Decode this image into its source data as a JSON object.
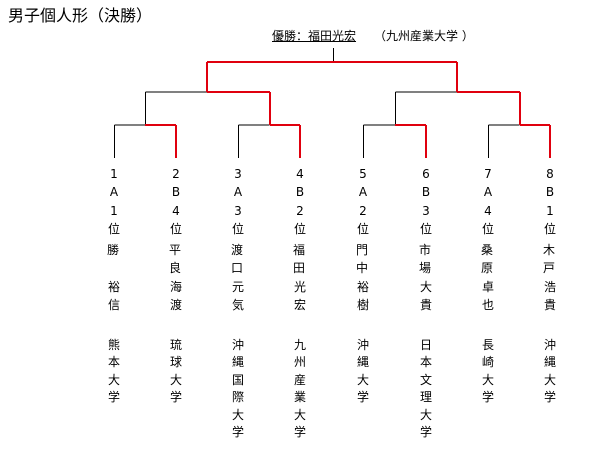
{
  "title": "男子個人形（決勝）",
  "winner": {
    "label": "優勝：福田光宏",
    "affiliation": "（九州産業大学 ）"
  },
  "colors": {
    "line": "#000000",
    "winner_path": "#e0000e"
  },
  "entrants": [
    {
      "no": "1",
      "block": "A",
      "rank": "1",
      "rank_suffix": "位",
      "name_top": "勝",
      "name_bottom": "裕信",
      "university": "熊本大学"
    },
    {
      "no": "2",
      "block": "B",
      "rank": "4",
      "rank_suffix": "位",
      "name_top": "平良",
      "name_bottom": "海渡",
      "university": "琉球大学"
    },
    {
      "no": "3",
      "block": "A",
      "rank": "3",
      "rank_suffix": "位",
      "name_top": "渡口",
      "name_bottom": "元気",
      "university": "沖縄国際大学"
    },
    {
      "no": "4",
      "block": "B",
      "rank": "2",
      "rank_suffix": "位",
      "name_top": "福田",
      "name_bottom": "光宏",
      "university": "九州産業大学"
    },
    {
      "no": "5",
      "block": "A",
      "rank": "2",
      "rank_suffix": "位",
      "name_top": "門中",
      "name_bottom": "裕樹",
      "university": "沖縄大学"
    },
    {
      "no": "6",
      "block": "B",
      "rank": "3",
      "rank_suffix": "位",
      "name_top": "市場",
      "name_bottom": "大貴",
      "university": "日本文理大学"
    },
    {
      "no": "7",
      "block": "A",
      "rank": "4",
      "rank_suffix": "位",
      "name_top": "桑原",
      "name_bottom": "卓也",
      "university": "長崎大学"
    },
    {
      "no": "8",
      "block": "B",
      "rank": "1",
      "rank_suffix": "位",
      "name_top": "木戸",
      "name_bottom": "浩貴",
      "university": "沖縄大学"
    }
  ]
}
